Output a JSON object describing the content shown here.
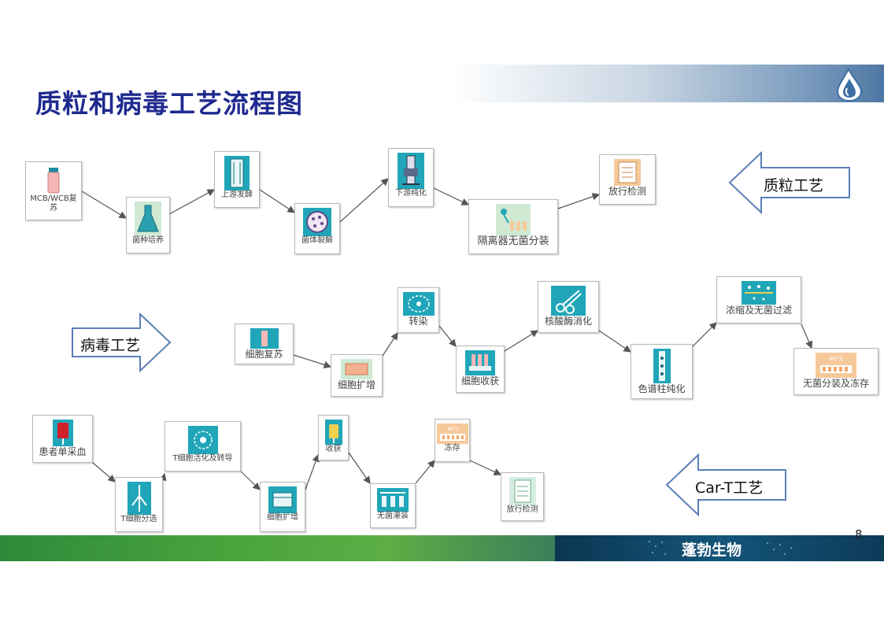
{
  "title": "质粒和病毒工艺流程图",
  "page_number": "8",
  "footer": {
    "brand": "蓬勃生物"
  },
  "process_labels": {
    "plasmid": "质粒工艺",
    "virus": "病毒工艺",
    "cart": "Car-T工艺"
  },
  "plasmid_steps": [
    "MCB/WCB复",
    "苏",
    "菌种培养",
    "上游发酵",
    "菌体裂解",
    "下游纯化",
    "隔离器无菌分装",
    "放行检测"
  ],
  "virus_steps": [
    "细胞复苏",
    "细胞扩增",
    "转染",
    "细胞收获",
    "核酸酶消化",
    "色谱柱纯化",
    "浓缩及无菌过滤",
    "无菌分装及冻存"
  ],
  "cart_steps": [
    "患者单采血",
    "T细胞分选",
    "T细胞活化及转导",
    "细胞扩增",
    "收获",
    "无菌灌装",
    "冻存",
    "放行检测"
  ],
  "icon_text": {
    "freeze_temp": "-80°C"
  },
  "colors": {
    "title": "#1f2a8f",
    "arrow_outline": "#5b7fb8",
    "teal": "#20a6b8",
    "pink": "#f3b7b7",
    "green_tint": "#cfe9d3",
    "orange": "#f6c99a"
  }
}
